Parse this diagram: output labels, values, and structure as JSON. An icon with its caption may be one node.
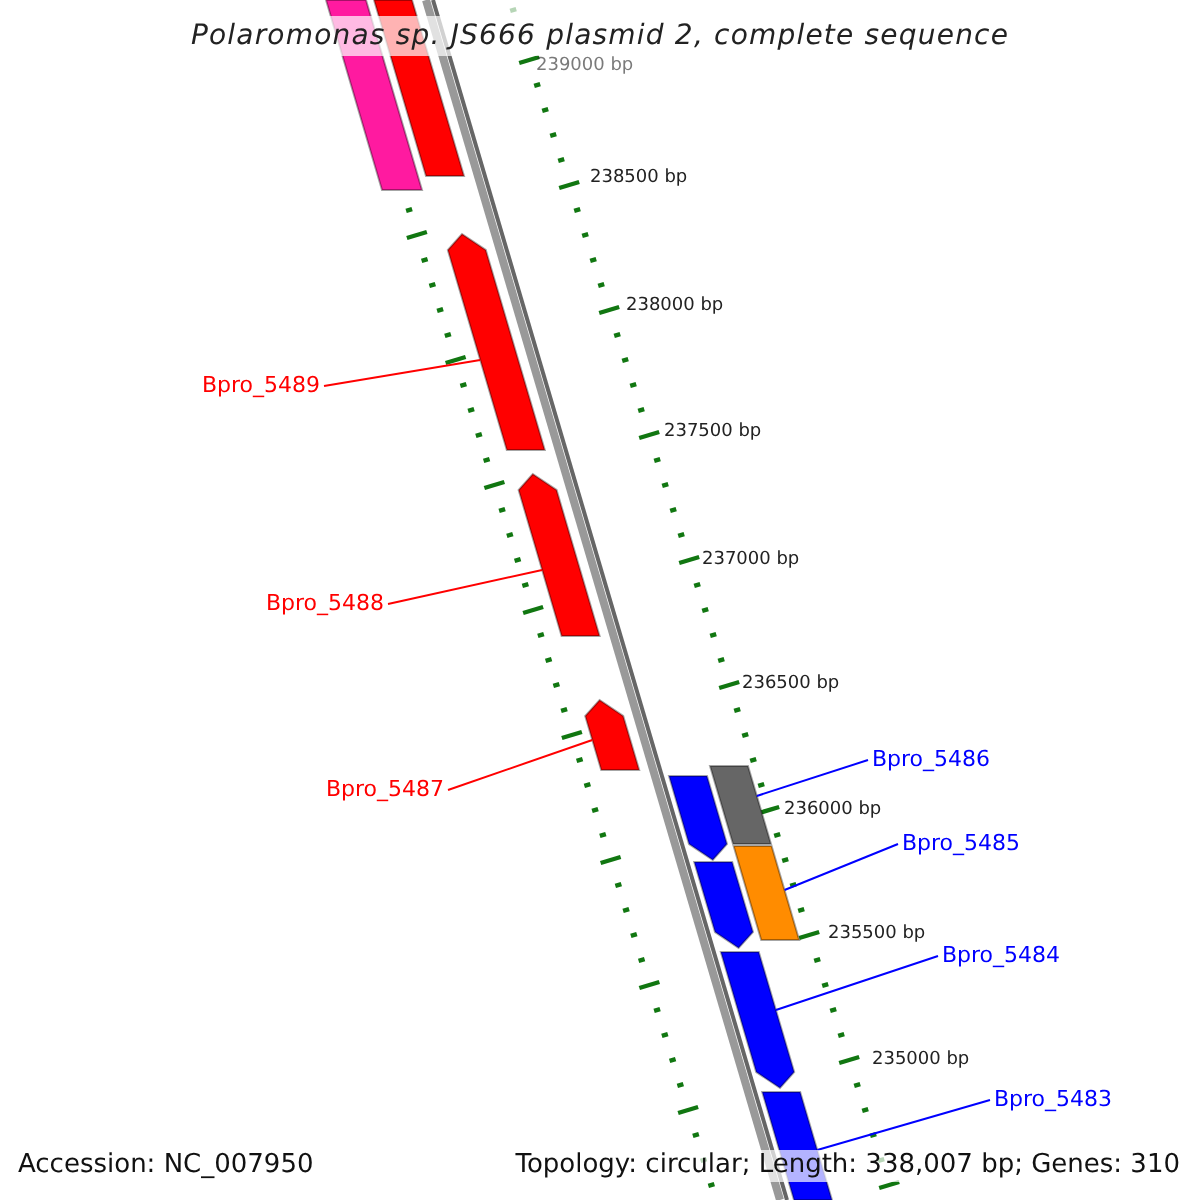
{
  "diagram": {
    "title": "Polaromonas sp. JS666 plasmid 2, complete sequence",
    "nodes": [
      {
        "text": [
          "Bpro_5489"
        ]
      },
      {
        "text": [],
        "shape": "arrow"
      },
      {
        "text": [
          "Bpro_5488"
        ]
      },
      {
        "text": [],
        "shape": "arrow"
      },
      {
        "text": [
          "Bpro_5487"
        ]
      },
      {
        "text": [],
        "shape": "arrow"
      },
      {
        "text": [
          "Bpro_5486"
        ]
      },
      {
        "text": [],
        "shape": "bar"
      },
      {
        "text": [
          "Bpro_5485"
        ]
      },
      {
        "text": [],
        "shape": "bar"
      },
      {
        "text": [
          "Bpro_5484"
        ]
      },
      {
        "text": [],
        "shape": "arrow"
      },
      {
        "text": [
          "Bpro_5483"
        ]
      },
      {
        "text": [],
        "shape": "bar"
      },
      {
        "text": [],
        "shape": "bar"
      },
      {
        "text": [],
        "shape": "bar"
      },
      {
        "text": [],
        "shape": "arrow"
      },
      {
        "text": [],
        "shape": "arrow"
      }
    ],
    "edges": [
      {
        "from": 0,
        "to": 1,
        "arrow": "none",
        "color": "#ff0000"
      },
      {
        "from": 2,
        "to": 3,
        "arrow": "none",
        "color": "#ff0000"
      },
      {
        "from": 4,
        "to": 5,
        "arrow": "none",
        "color": "#ff0000"
      },
      {
        "from": 6,
        "to": 7,
        "arrow": "none"
      },
      {
        "from": 8,
        "to": 9,
        "arrow": "none"
      },
      {
        "from": 10,
        "to": 11,
        "arrow": "none"
      },
      {
        "from": 12,
        "to": 13,
        "arrow": "none"
      }
    ],
    "labels": [
      "239000 bp",
      "238500 bp",
      "238000 bp",
      "237500 bp",
      "237000 bp",
      "236500 bp",
      "236000 bp",
      "235500 bp",
      "235000 bp",
      "Accession: NC_007950",
      "Topology: circular; Length: 338,007 bp; Genes: 310"
    ]
  }
}
